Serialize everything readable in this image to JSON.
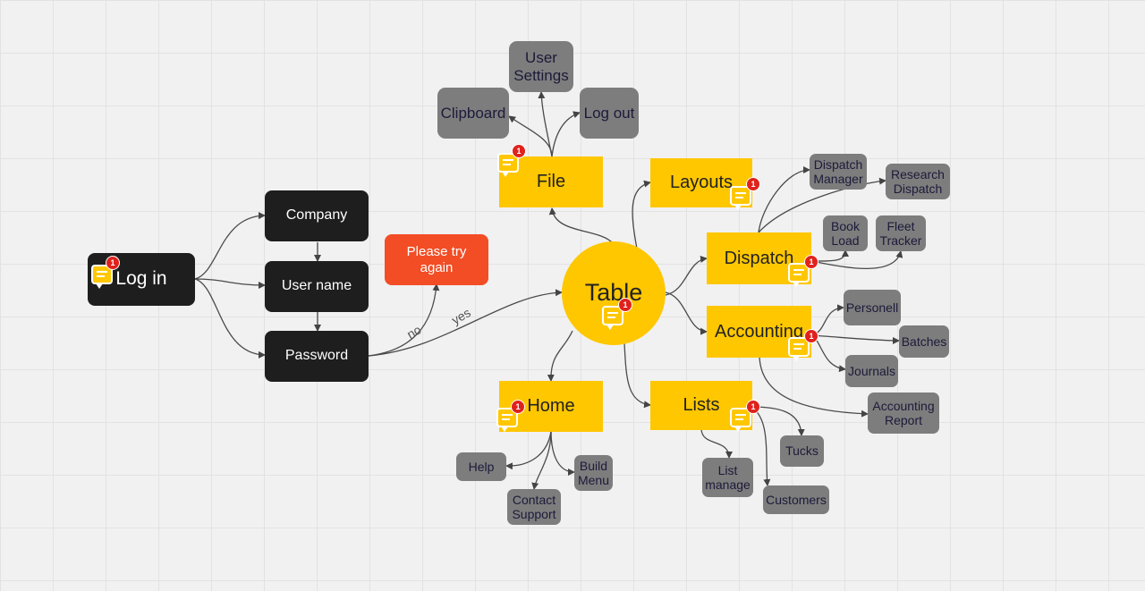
{
  "nodes": {
    "login": "Log in",
    "company": "Company",
    "username": "User name",
    "password": "Password",
    "try_again": "Please try again",
    "table": "Table",
    "file": "File",
    "clipboard": "Clipboard",
    "user_settings": "User Settings",
    "log_out": "Log out",
    "layouts": "Layouts",
    "dispatch": "Dispatch",
    "dispatch_manager": "Dispatch Manager",
    "research_dispatch": "Research Dispatch",
    "book_load": "Book Load",
    "fleet_tracker": "Fleet Tracker",
    "accounting": "Accounting",
    "personell": "Personell",
    "batches": "Batches",
    "journals": "Journals",
    "accounting_report": "Accounting Report",
    "home": "Home",
    "help": "Help",
    "contact_support": "Contact Support",
    "build_menu": "Build Menu",
    "lists": "Lists",
    "list_manage": "List manage",
    "tucks": "Tucks",
    "customers": "Customers"
  },
  "edge_labels": {
    "no": "no",
    "yes": "yes"
  },
  "comment_count": "1",
  "colors": {
    "yellow": "#ffc700",
    "dark": "#1e1e1e",
    "red": "#f24d25",
    "gray": "#7d7d7d",
    "badge": "#e0221c"
  }
}
